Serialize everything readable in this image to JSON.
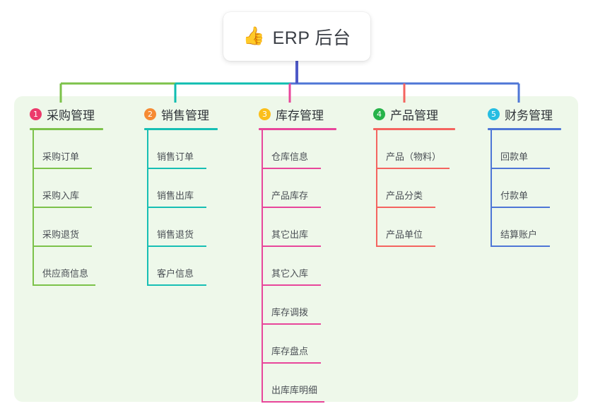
{
  "diagram": {
    "type": "org-chart",
    "root": {
      "icon": "thumbs-up-emoji",
      "icon_glyph": "👍",
      "label": "ERP 后台"
    },
    "panel_background": "#eef8ea",
    "branches": [
      {
        "number": "1",
        "label": "采购管理",
        "badge_color": "#ec3a6b",
        "line_color": "#7cc24a",
        "connector_color": "#7cc24a",
        "items": [
          "采购订单",
          "采购入库",
          "采购退货",
          "供应商信息"
        ]
      },
      {
        "number": "2",
        "label": "销售管理",
        "badge_color": "#f68b34",
        "line_color": "#17bfb4",
        "connector_color": "#0fbdb0",
        "items": [
          "销售订单",
          "销售出库",
          "销售退货",
          "客户信息"
        ]
      },
      {
        "number": "3",
        "label": "库存管理",
        "badge_color": "#fbbf1b",
        "line_color": "#e8469b",
        "connector_color": "#e8469b",
        "items": [
          "仓库信息",
          "产品库存",
          "其它出库",
          "其它入库",
          "库存调拨",
          "库存盘点",
          "出库库明细"
        ]
      },
      {
        "number": "4",
        "label": "产品管理",
        "badge_color": "#27b34a",
        "line_color": "#f4645f",
        "connector_color": "#f4645f",
        "items": [
          "产品（物料）",
          "产品分类",
          "产品单位"
        ]
      },
      {
        "number": "5",
        "label": "财务管理",
        "badge_color": "#26bde2",
        "line_color": "#4e76d6",
        "connector_color": "#4e76d6",
        "items": [
          "回款单",
          "付款单",
          "结算账户"
        ]
      }
    ]
  }
}
